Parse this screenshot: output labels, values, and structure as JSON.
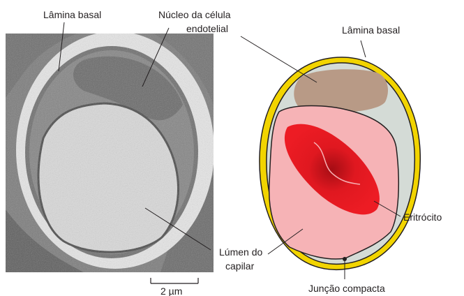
{
  "labels": {
    "micrograph_basal_lamina": "Lâmina basal",
    "nucleus_line1": "Núcleo da célula",
    "nucleus_line2": "endotelial",
    "diagram_basal_lamina": "Lâmina basal",
    "erythrocyte": "Eritrócito",
    "lumen_line1": "Lúmen do",
    "lumen_line2": "capilar",
    "tight_junction": "Junção compacta",
    "scale_bar": "2 µm"
  },
  "colors": {
    "basal_lamina": "#f2d400",
    "endothelial_cytoplasm": "#d4dbd6",
    "nucleus": "#b89a86",
    "lumen": "#f6b3b6",
    "erythrocyte": "#ed1c24",
    "erythrocyte_center": "#a50d14",
    "outline": "#231f20"
  }
}
